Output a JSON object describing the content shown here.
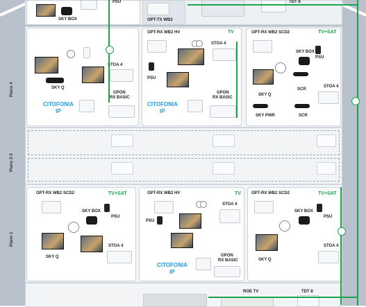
{
  "top": {
    "psu_label": "PSU",
    "skybox_label": "SKY BOX",
    "opt_tx_label": "OPT-TX WB2",
    "tdt_label": "TDT 8"
  },
  "floors": {
    "floor4_label": "Piano 4",
    "floor23_label": "Piano 2-3",
    "floor1_label": "Piano 1"
  },
  "apartments": {
    "a4_left": {
      "sky_q": "SKY Q",
      "stoa": "STOA 4",
      "gpon1": "GPON",
      "gpon2": "RX BASIC",
      "cit1": "CITOFONIA",
      "cit2": "IP"
    },
    "a4_mid": {
      "title": "OPT-RX WB2 HV",
      "tag": "TV",
      "stoa": "STOA 4",
      "psu": "PSU",
      "gpon1": "GPON",
      "gpon2": "RX BASIC",
      "cit1": "CITOFONIA",
      "cit2": "IP"
    },
    "a4_right": {
      "title": "OPT-RX WB2 SCD2",
      "tag": "TV+SAT",
      "skybox": "SKY BOX",
      "psu": "PSU",
      "sky_q": "SKY Q",
      "scr1": "SCR",
      "stoa": "STOA 4",
      "sky_pwr": "SKY PWR",
      "scr2": "SCR"
    },
    "a1_left": {
      "title": "OPT-RX WB2 SCD2",
      "tag": "TV+SAT",
      "skybox": "SKY BOX",
      "psu": "PSU",
      "sky_q": "SKY Q",
      "stoa": "STOA 4"
    },
    "a1_mid": {
      "title": "OPT-RX WB2 HV",
      "tag": "TV",
      "stoa": "STOA 4",
      "psu": "PSU",
      "gpon1": "GPON",
      "gpon2": "RX BASIC",
      "cit1": "CITOFONIA",
      "cit2": "IP"
    },
    "a1_right": {
      "title": "OPT-RX WB2 SCD2",
      "tag": "TV+SAT",
      "skybox": "SKY BOX",
      "psu": "PSU",
      "sky_q": "SKY Q",
      "stoa": "STOA 4"
    }
  },
  "bottom": {
    "roe_label": "ROE TV",
    "tdt_label": "TDT 8"
  },
  "colors": {
    "green": "#1aa34a",
    "blue": "#1f9be0",
    "frame": "#b9c2cc"
  }
}
